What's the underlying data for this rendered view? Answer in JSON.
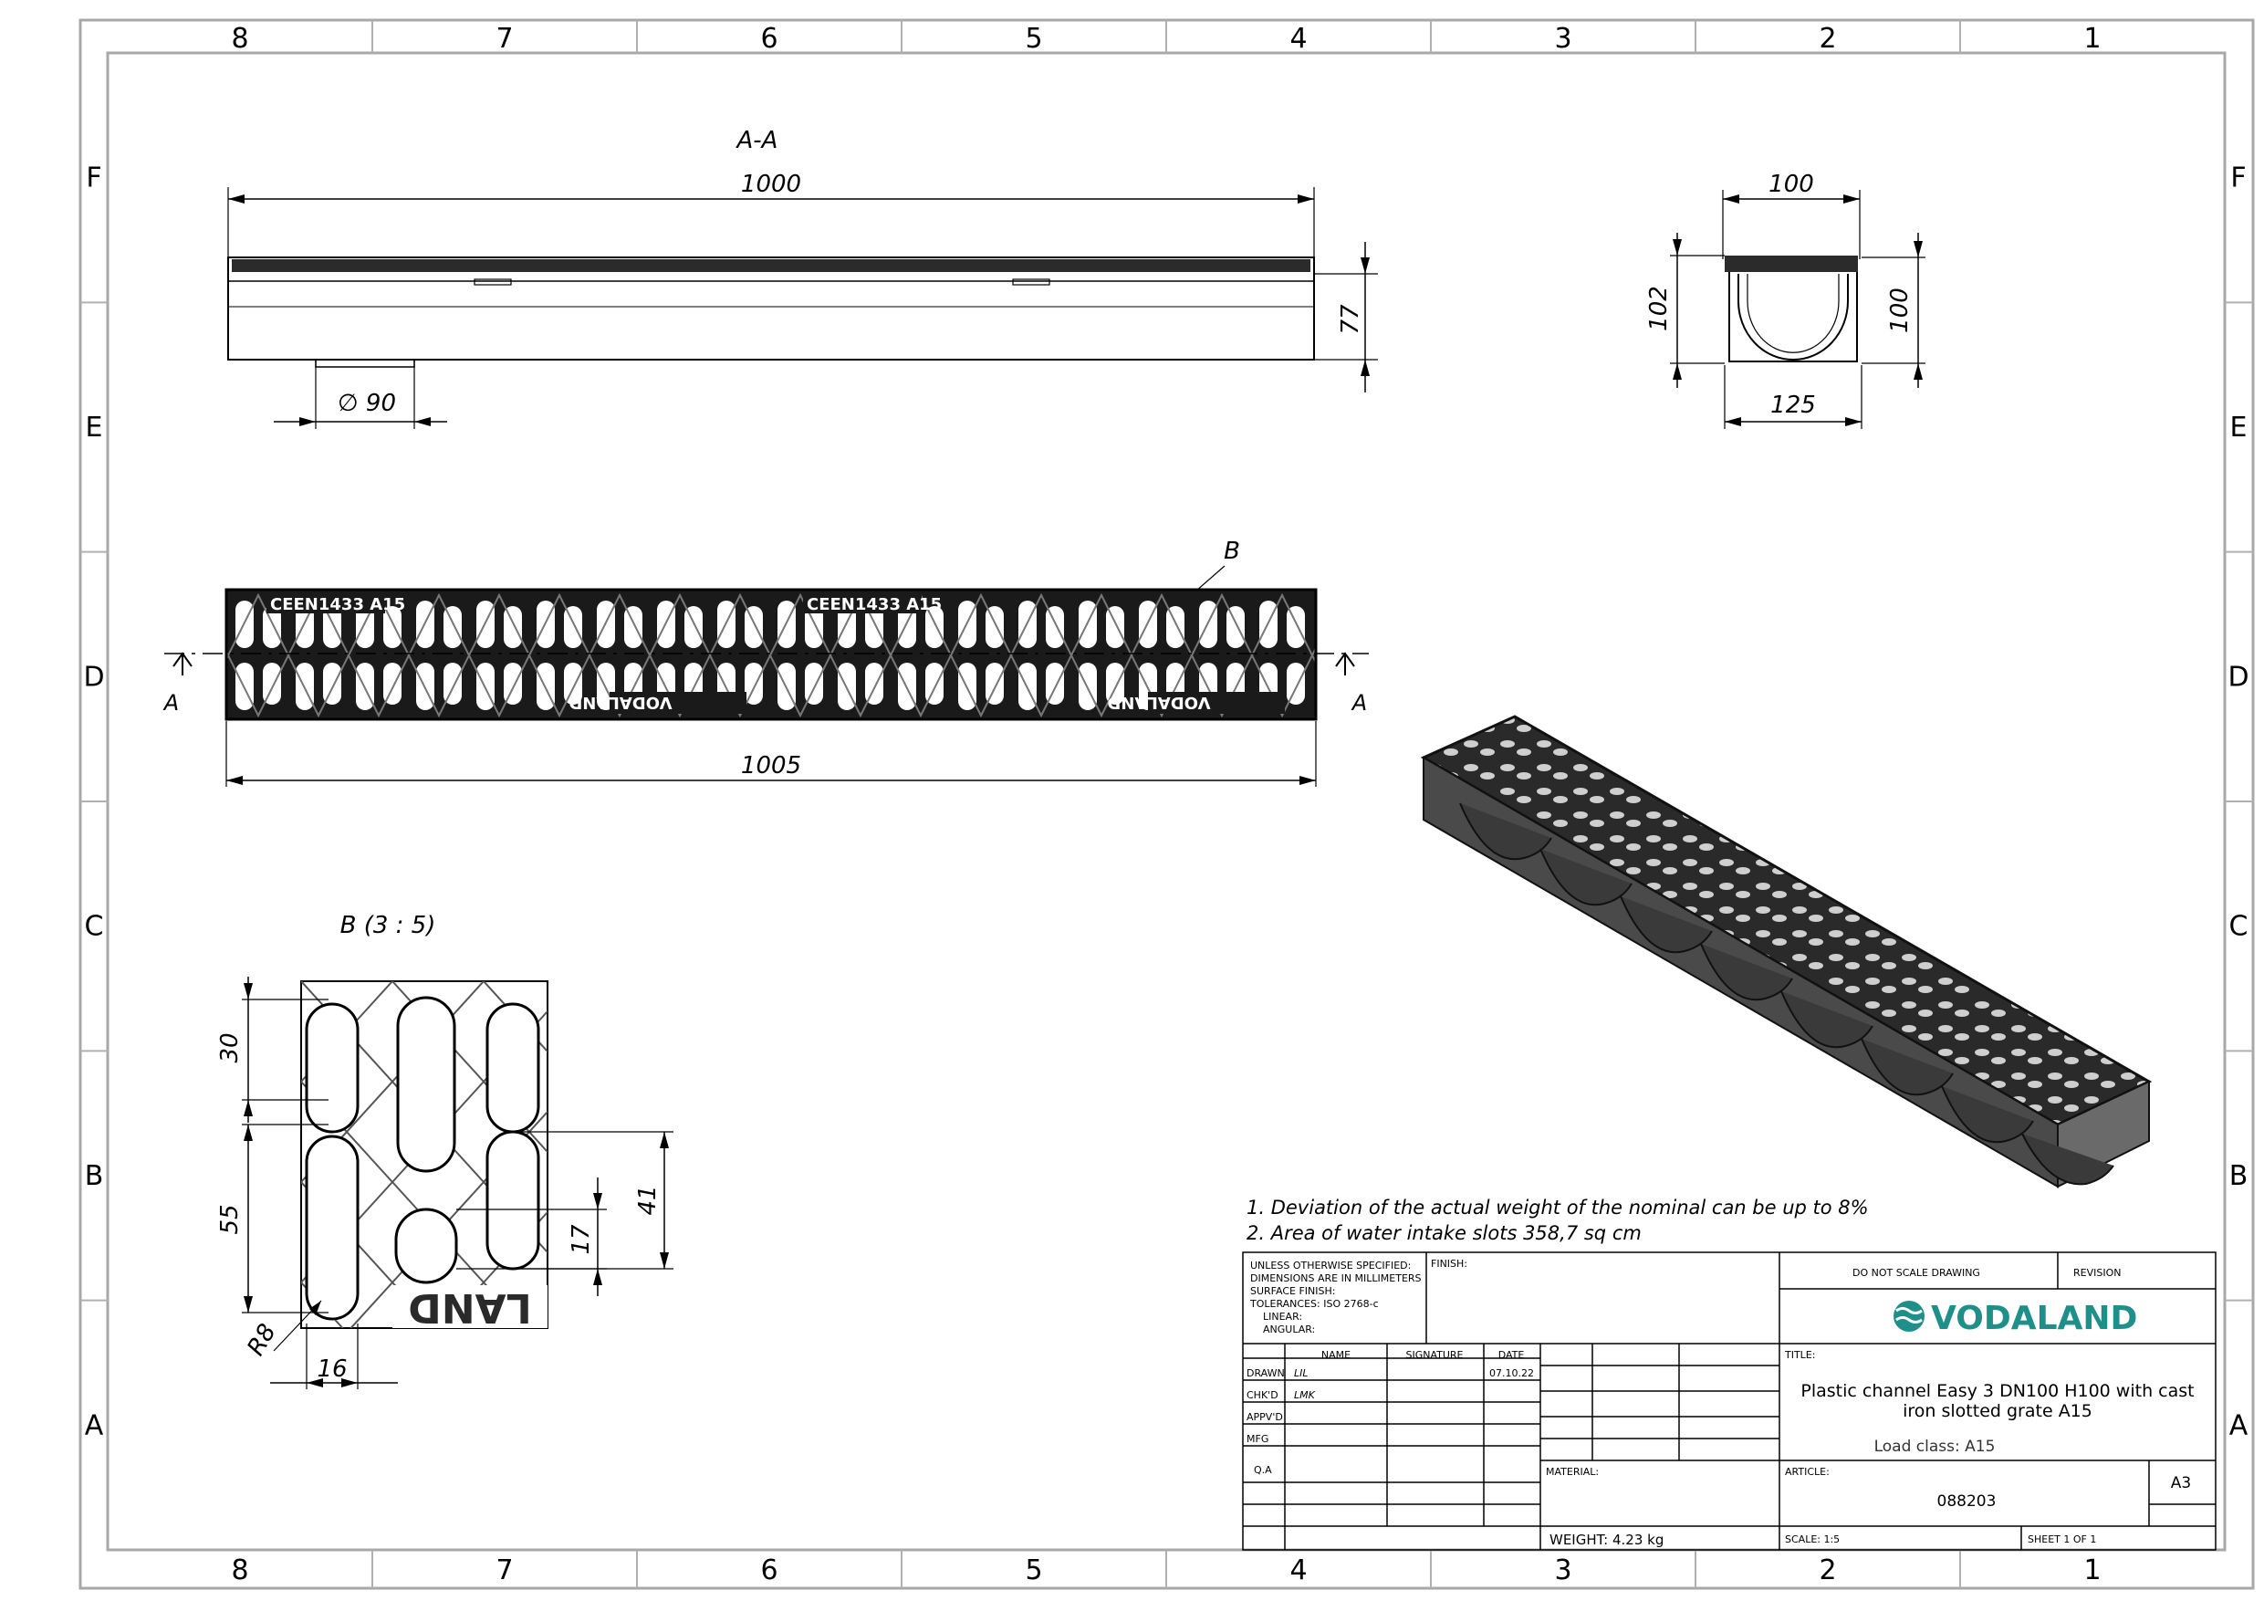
{
  "frame": {
    "columns": [
      "8",
      "7",
      "6",
      "5",
      "4",
      "3",
      "2",
      "1"
    ],
    "rows": [
      "F",
      "E",
      "D",
      "C",
      "B",
      "A"
    ]
  },
  "views": {
    "section_label": "A-A",
    "detail_label": "B (3 : 5)",
    "detail_ref": "B",
    "section_mark": "A"
  },
  "dimensions": {
    "length_top": "1000",
    "height_side": "77",
    "outlet_dia": "∅ 90",
    "length_grate": "1005",
    "end_top_width": "100",
    "end_bottom_width": "125",
    "end_left_height": "102",
    "end_right_height": "100",
    "detail_30": "30",
    "detail_55": "55",
    "detail_41": "41",
    "detail_17": "17",
    "detail_r8": "R8",
    "detail_16": "16"
  },
  "grate_marking": "CEEN1433 A15",
  "grate_brand": "VODALAND",
  "detail_fragment": "LAND",
  "notes": [
    "1. Deviation of the actual weight of the nominal can be up to 8%",
    "2. Area of water intake slots 358,7 sq cm"
  ],
  "title_block": {
    "general": [
      "UNLESS OTHERWISE SPECIFIED:",
      "DIMENSIONS ARE IN MILLIMETERS",
      "SURFACE FINISH:",
      "TOLERANCES: ISO 2768-c",
      "LINEAR:",
      "ANGULAR:"
    ],
    "finish_label": "FINISH:",
    "dont_scale": "DO NOT SCALE DRAWING",
    "revision_label": "REVISION",
    "company": "VODALAND",
    "col_name": "NAME",
    "col_signature": "SIGNATURE",
    "col_date": "DATE",
    "roles": [
      "DRAWN",
      "CHK'D",
      "APPV'D",
      "MFG",
      "Q.A"
    ],
    "drawn_name": "LIL",
    "drawn_date": "07.10.22",
    "chkd_name": "LMK",
    "title_label": "TITLE:",
    "title_line1": "Plastic channel Easy 3 DN100 H100 with cast",
    "title_line2": "iron slotted grate A15",
    "load_class": "Load class: A15",
    "material_label": "MATERIAL:",
    "article_label": "ARTICLE:",
    "article": "088203",
    "size": "A3",
    "weight": "WEIGHT: 4.23 kg",
    "scale": "SCALE: 1:5",
    "sheet": "SHEET 1 OF 1"
  },
  "colors": {
    "line": "#000000",
    "frame": "#a8a8a8",
    "brand": "#1f8f8a"
  }
}
